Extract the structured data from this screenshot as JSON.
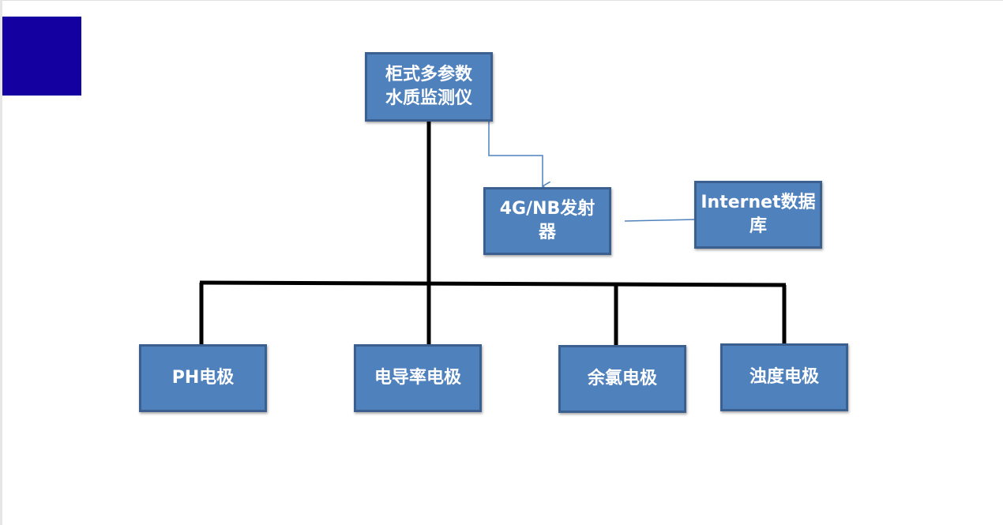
{
  "colors": {
    "node_fill": "#4f81bd",
    "node_border": "#3b5f8f",
    "node_text": "#ffffff",
    "corner_square": "#1400a0",
    "tree_line": "#000000",
    "link_line": "#4f81bd"
  },
  "nodes": {
    "main": {
      "line1": "柜式多参数",
      "line2": "水质监测仪"
    },
    "transmitter": {
      "line1": "4G/NB发射",
      "line2": "器"
    },
    "database": {
      "line1": "Internet数据",
      "line2": "库"
    },
    "sensors": [
      {
        "label": "PH电极"
      },
      {
        "label": "电导率电极"
      },
      {
        "label": "余氯电极"
      },
      {
        "label": "浊度电极"
      }
    ]
  }
}
